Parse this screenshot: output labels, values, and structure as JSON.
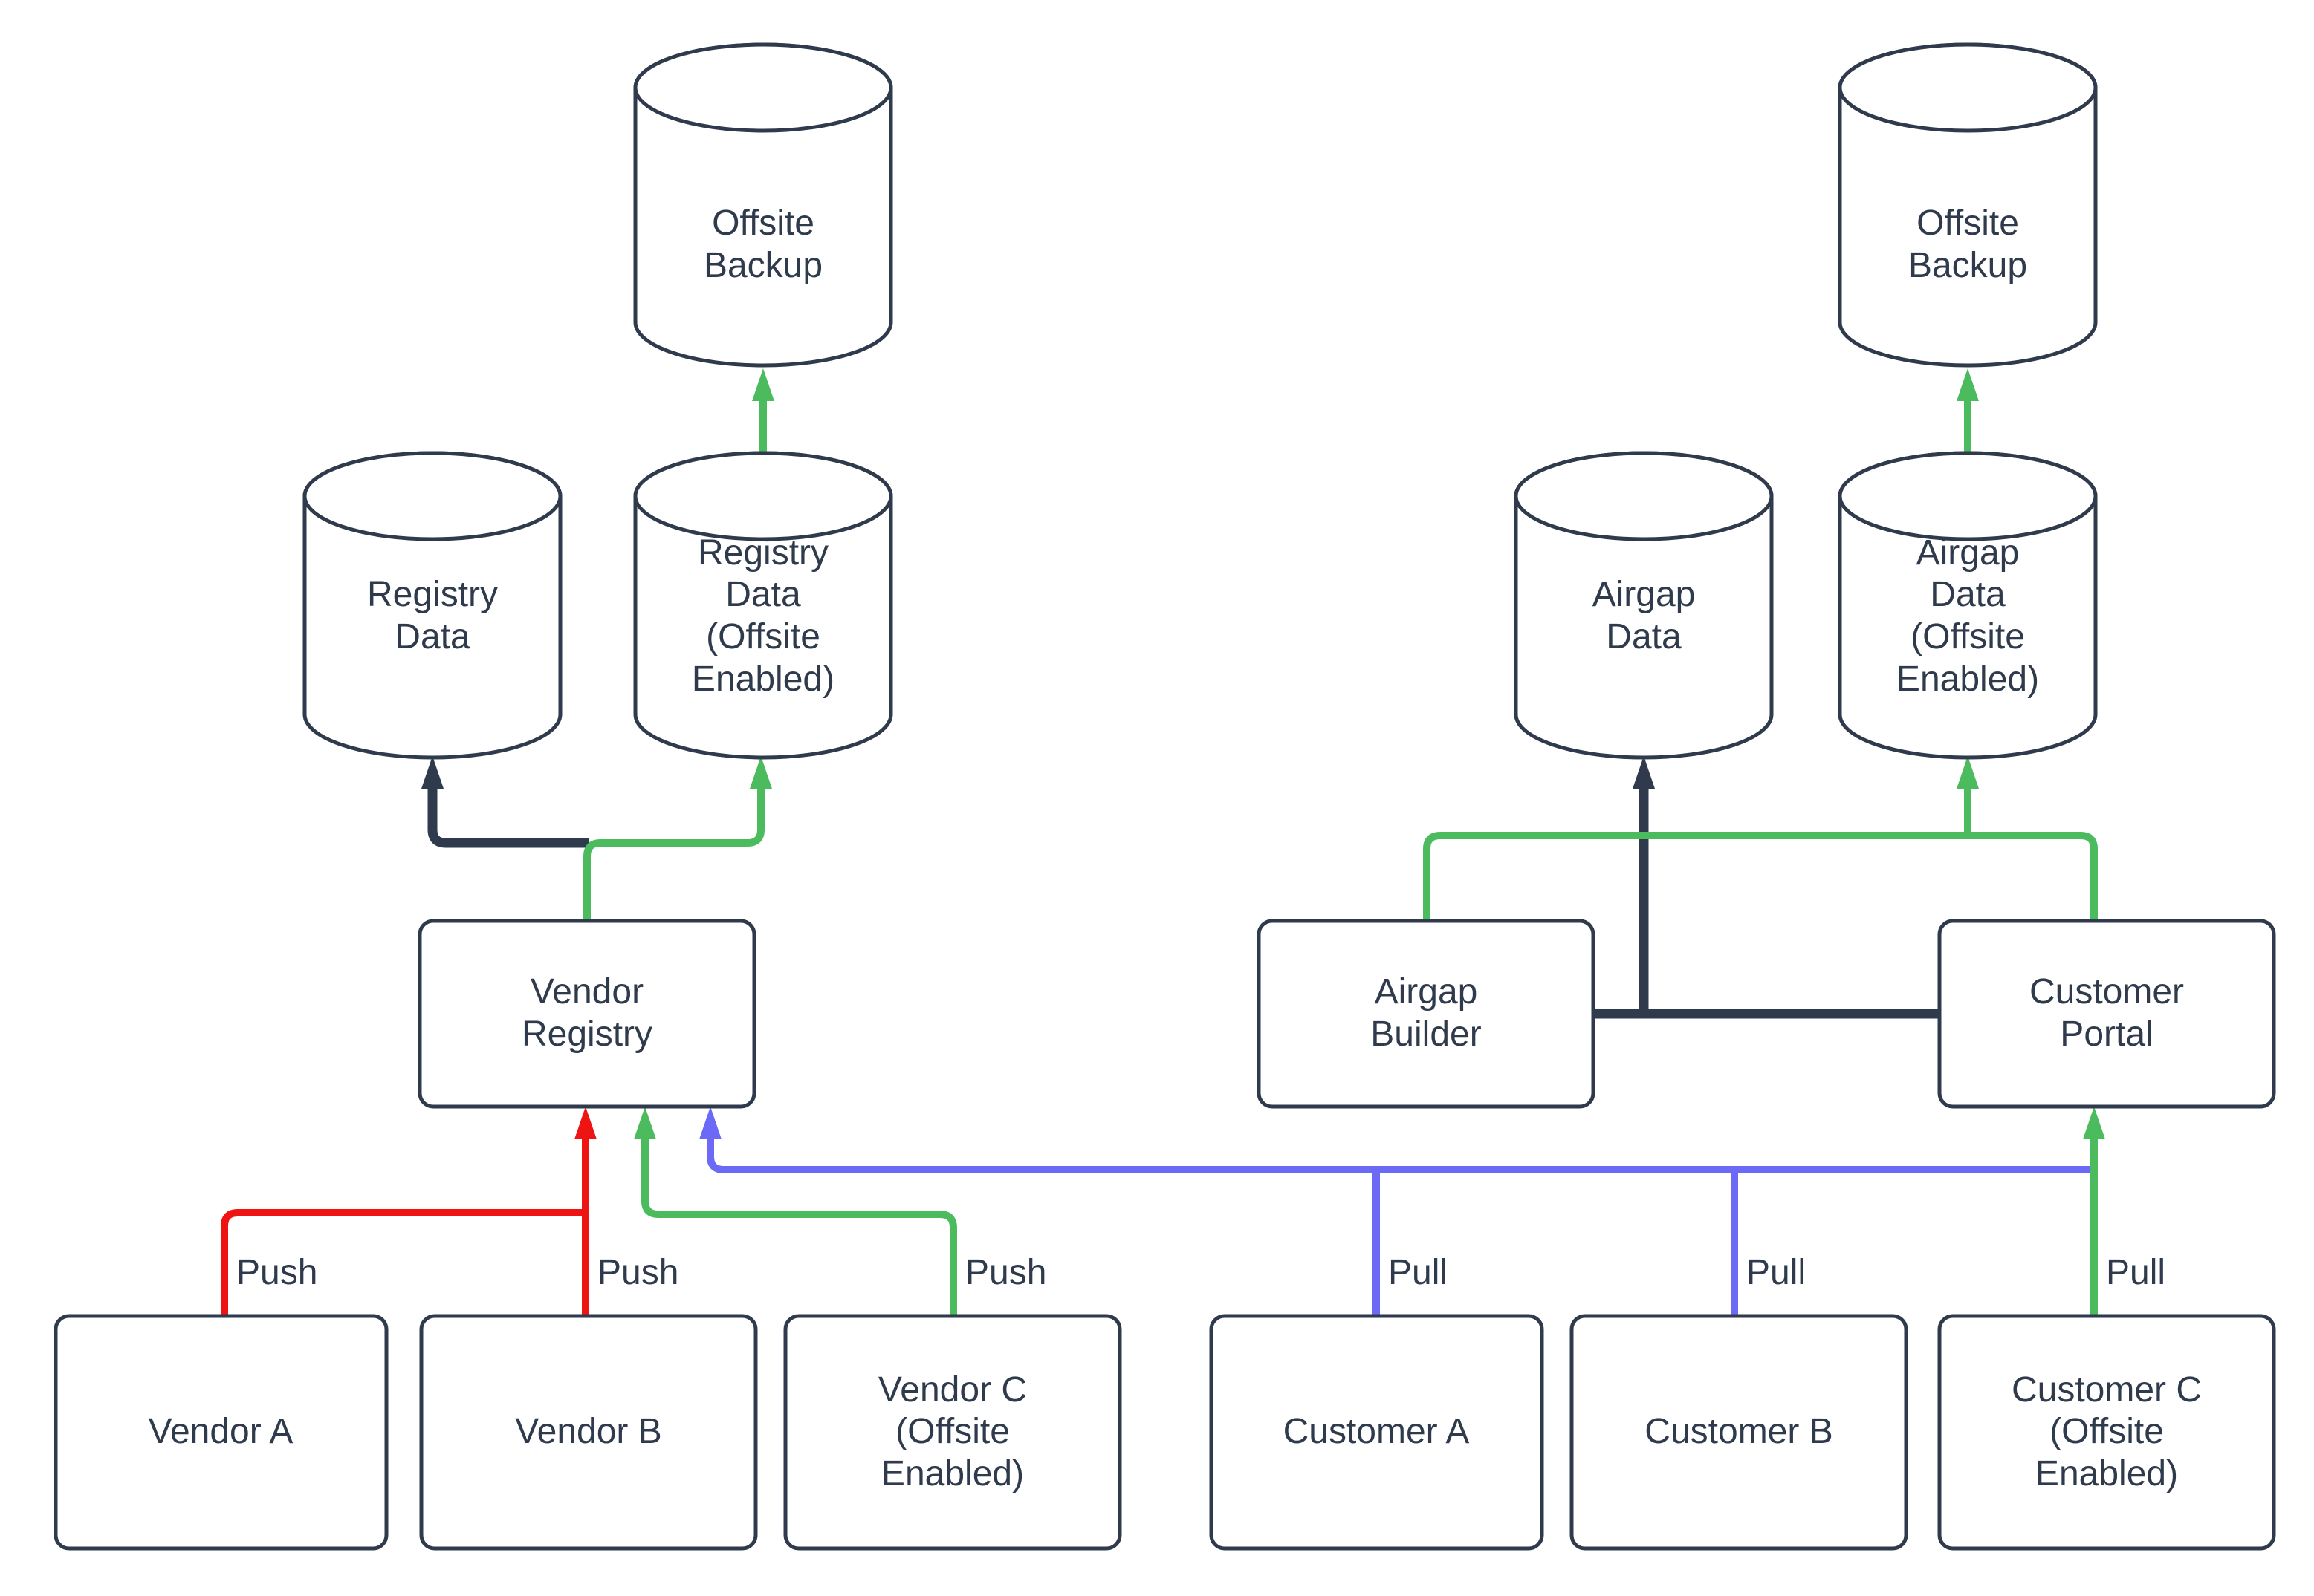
{
  "diagram_type": "flow-architecture",
  "colors": {
    "stroke_dark": "#2f3b4c",
    "green": "#4bbb5e",
    "red": "#ee1414",
    "blue": "#6b69f6",
    "background": "#ffffff"
  },
  "nodes": {
    "offsite_backup_left": {
      "label": "Offsite Backup",
      "type": "cylinder"
    },
    "offsite_backup_right": {
      "label": "Offsite Backup",
      "type": "cylinder"
    },
    "registry_data": {
      "label": "Registry Data",
      "type": "cylinder"
    },
    "registry_data_offsite": {
      "label": "Registry Data (Offsite Enabled)",
      "type": "cylinder"
    },
    "airgap_data": {
      "label": "Airgap Data",
      "type": "cylinder"
    },
    "airgap_data_offsite": {
      "label": "Airgap Data (Offsite Enabled)",
      "type": "cylinder"
    },
    "vendor_registry": {
      "label": "Vendor Registry",
      "type": "box"
    },
    "airgap_builder": {
      "label": "Airgap Builder",
      "type": "box"
    },
    "customer_portal": {
      "label": "Customer Portal",
      "type": "box"
    },
    "vendor_a": {
      "label": "Vendor A",
      "type": "box"
    },
    "vendor_b": {
      "label": "Vendor B",
      "type": "box"
    },
    "vendor_c": {
      "label": "Vendor C (Offsite Enabled)",
      "type": "box"
    },
    "customer_a": {
      "label": "Customer A",
      "type": "box"
    },
    "customer_b": {
      "label": "Customer B",
      "type": "box"
    },
    "customer_c": {
      "label": "Customer C (Offsite Enabled)",
      "type": "box"
    }
  },
  "edges": [
    {
      "id": "vendor-a-push",
      "from": "Vendor A",
      "to": "Vendor Registry",
      "color": "red",
      "label": "Push"
    },
    {
      "id": "vendor-b-push",
      "from": "Vendor B",
      "to": "Vendor Registry",
      "color": "red",
      "label": "Push"
    },
    {
      "id": "vendor-c-push",
      "from": "Vendor C (Offsite Enabled)",
      "to": "Vendor Registry",
      "color": "green",
      "label": "Push"
    },
    {
      "id": "customer-a-pull",
      "from": "Customer A",
      "to": "Vendor Registry",
      "color": "blue",
      "label": "Pull"
    },
    {
      "id": "customer-b-pull",
      "from": "Customer B",
      "to": "Vendor Registry",
      "color": "blue",
      "label": "Pull"
    },
    {
      "id": "customer-c-pull",
      "from": "Customer C (Offsite Enabled)",
      "to": "Customer Portal",
      "color": "green",
      "label": "Pull"
    },
    {
      "id": "vendor-registry-to-registry-data",
      "from": "Vendor Registry",
      "to": "Registry Data",
      "color": "dark",
      "label": ""
    },
    {
      "id": "vendor-registry-to-registry-data-offsite",
      "from": "Vendor Registry",
      "to": "Registry Data (Offsite Enabled)",
      "color": "green",
      "label": ""
    },
    {
      "id": "registry-data-offsite-to-offsite-backup",
      "from": "Registry Data (Offsite Enabled)",
      "to": "Offsite Backup",
      "color": "green",
      "label": ""
    },
    {
      "id": "builder-portal-to-airgap-data",
      "from": "Airgap Builder / Customer Portal",
      "to": "Airgap Data",
      "color": "dark",
      "label": ""
    },
    {
      "id": "builder-portal-to-airgap-data-offsite",
      "from": "Airgap Builder / Customer Portal",
      "to": "Airgap Data (Offsite Enabled)",
      "color": "green",
      "label": ""
    },
    {
      "id": "airgap-data-offsite-to-offsite-backup",
      "from": "Airgap Data (Offsite Enabled)",
      "to": "Offsite Backup",
      "color": "green",
      "label": ""
    }
  ]
}
